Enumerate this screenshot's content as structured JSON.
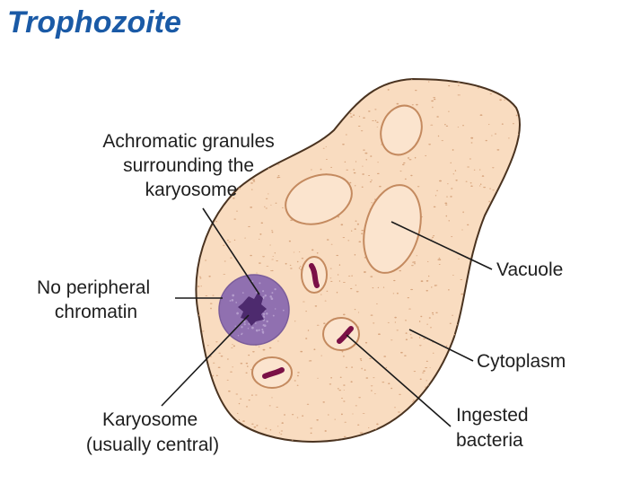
{
  "title": "Trophozoite",
  "labels": {
    "achromatic_granules": [
      "Achromatic granules",
      "surrounding the",
      "karyosome"
    ],
    "no_peripheral_chromatin": [
      "No peripheral",
      "chromatin"
    ],
    "karyosome": [
      "Karyosome",
      "(usually central)"
    ],
    "vacuole": [
      "Vacuole"
    ],
    "cytoplasm": [
      "Cytoplasm"
    ],
    "ingested_bacteria": [
      "Ingested",
      "bacteria"
    ]
  },
  "colors": {
    "title": "#1a5aa6",
    "cell_fill": "#f9dcc0",
    "cell_outline": "#4a3320",
    "granules": "#d7a57e",
    "nucleus": "#9070b0",
    "karyosome": "#4d2a6e",
    "bacteria": "#7a1046"
  }
}
